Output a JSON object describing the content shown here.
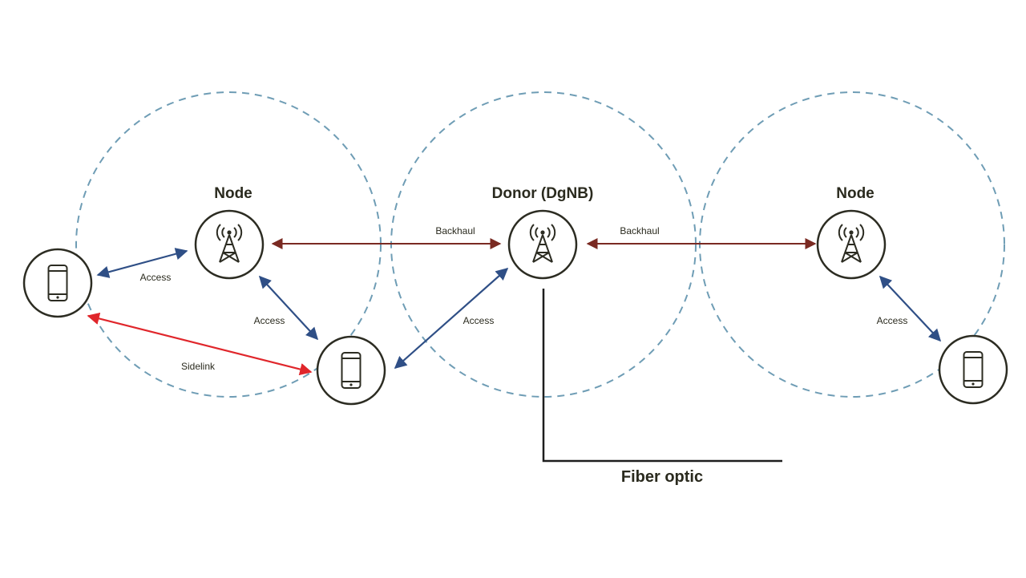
{
  "labels": {
    "node_left": "Node",
    "donor": "Donor (DgNB)",
    "node_right": "Node",
    "backhaul_left": "Backhaul",
    "backhaul_right": "Backhaul",
    "access_left_ue": "Access",
    "access_node_ue": "Access",
    "access_donor_ue": "Access",
    "access_right": "Access",
    "sidelink": "Sidelink",
    "fiber": "Fiber optic"
  },
  "colors": {
    "coverage_ring": "#6f9db5",
    "backhaul": "#7a2a22",
    "access": "#2f4f86",
    "sidelink": "#e0262b",
    "icon_stroke": "#2c2c22",
    "fiber": "#1e1e1e"
  },
  "icons": {
    "node_left": "antenna-tower-icon",
    "donor": "antenna-tower-icon",
    "node_right": "antenna-tower-icon",
    "ue": "smartphone-icon"
  }
}
